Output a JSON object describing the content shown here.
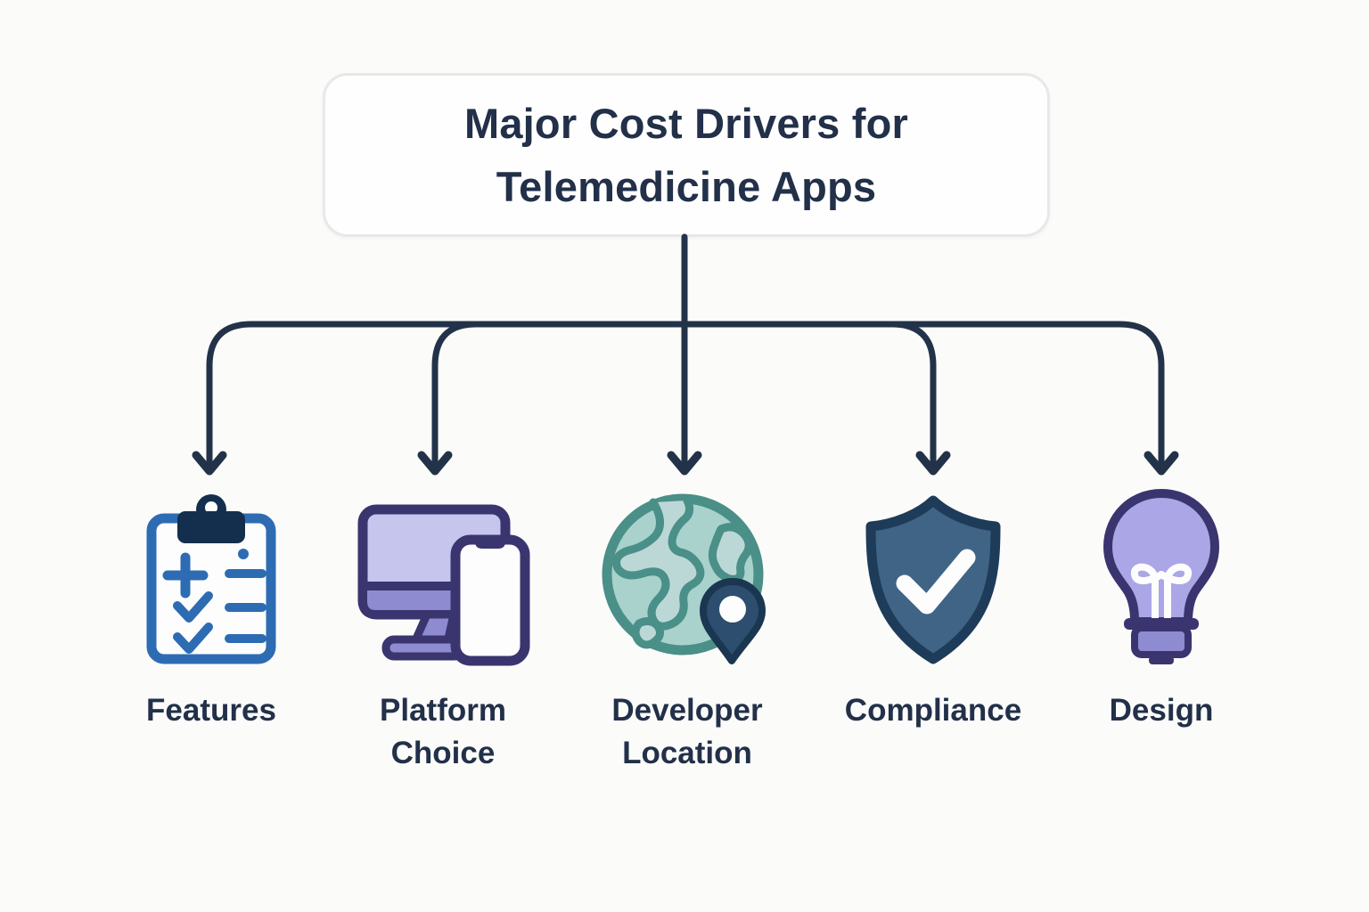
{
  "title": {
    "lines": [
      "Major Cost Drivers for",
      "Telemedicine Apps"
    ]
  },
  "nodes": [
    {
      "label": "Features",
      "icon": "clipboard-checklist-icon"
    },
    {
      "label": "Platform Choice",
      "icon": "desktop-and-phone-icon"
    },
    {
      "label": "Developer Location",
      "icon": "globe-location-pin-icon"
    },
    {
      "label": "Compliance",
      "icon": "shield-check-icon"
    },
    {
      "label": "Design",
      "icon": "lightbulb-icon"
    }
  ],
  "colors": {
    "bg": "#fbfbf9",
    "box-bg": "#fefefe",
    "box-border": "#e7e8e9",
    "ink-text": "#223049",
    "ink-line": "#223349",
    "blue": "#2d6cb3",
    "navy": "#142f4e",
    "paper": "#fdfdfd",
    "indigo": "#3a356f",
    "indigo-light": "#c6c5ee",
    "indigo-mid": "#8e8bd1",
    "teal": "#4a8f88",
    "teal-light": "#a9d2cc",
    "teal-land": "#bcd8d6",
    "pin": "#2d4e6e",
    "pin-dark": "#1a3651",
    "steel": "#3f6486",
    "steel-dark": "#1e3c59",
    "bulb": "#aba7e6"
  }
}
